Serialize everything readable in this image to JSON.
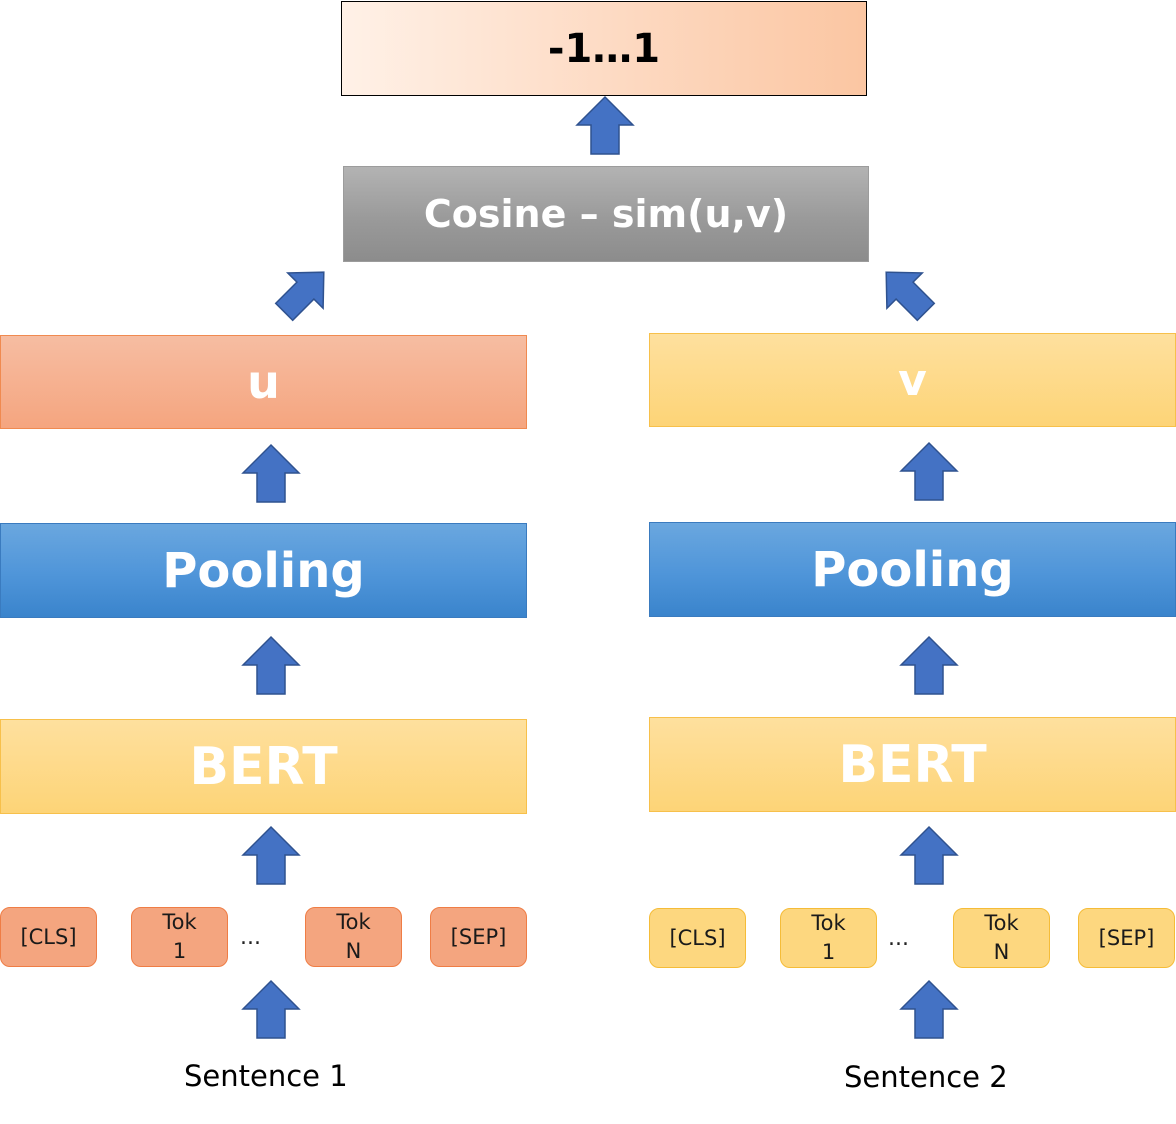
{
  "output": {
    "label": "-1…1"
  },
  "similarity": {
    "label": "Cosine – sim(u,v)"
  },
  "left": {
    "embedding": "u",
    "pooling": "Pooling",
    "encoder": "BERT",
    "tokens": [
      {
        "lines": [
          "[CLS]"
        ]
      },
      {
        "lines": [
          "Tok",
          "1"
        ]
      },
      {
        "lines": [
          "Tok",
          "N"
        ]
      },
      {
        "lines": [
          "[SEP]"
        ]
      }
    ],
    "ellipsis": "...",
    "sentence": "Sentence 1"
  },
  "right": {
    "embedding": "v",
    "pooling": "Pooling",
    "encoder": "BERT",
    "tokens": [
      {
        "lines": [
          "[CLS]"
        ]
      },
      {
        "lines": [
          "Tok",
          "1"
        ]
      },
      {
        "lines": [
          "Tok",
          "N"
        ]
      },
      {
        "lines": [
          "[SEP]"
        ]
      }
    ],
    "ellipsis": "...",
    "sentence": "Sentence 2"
  },
  "colors": {
    "arrow_fill": "#4472c4",
    "arrow_stroke": "#2f528f"
  }
}
